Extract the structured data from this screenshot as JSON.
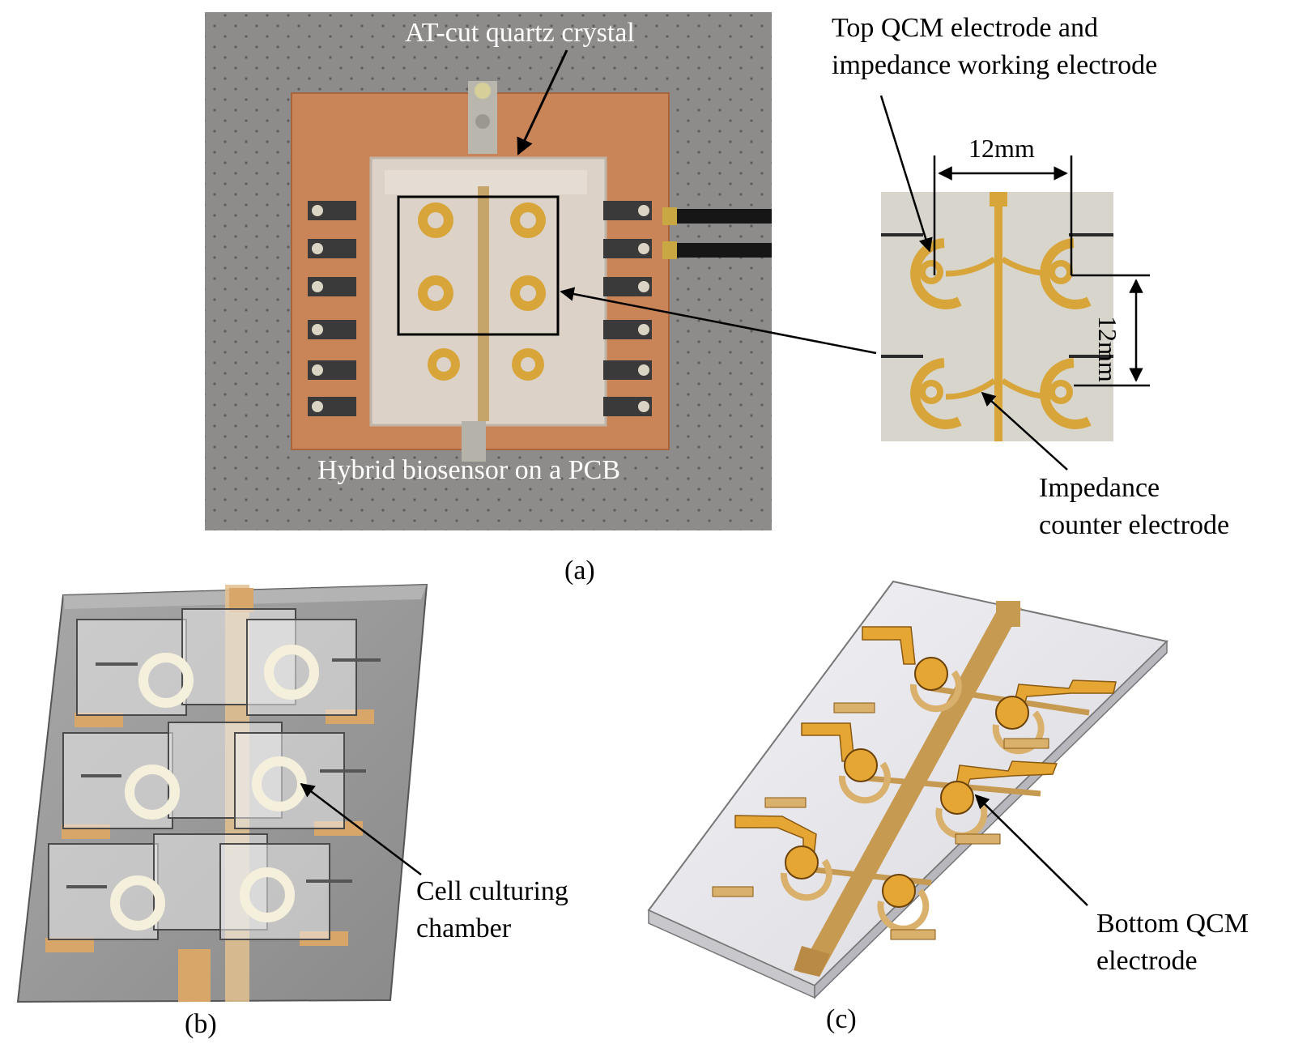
{
  "labels": {
    "quartz": "AT-cut quartz crystal",
    "pcb": "Hybrid biosensor on a PCB",
    "top_electrode_line1": "Top QCM electrode and",
    "top_electrode_line2": "impedance working electrode",
    "dim_horizontal": "12mm",
    "dim_vertical": "12mm",
    "counter_line1": "Impedance",
    "counter_line2": "counter electrode",
    "chamber_line1": "Cell culturing",
    "chamber_line2": "chamber",
    "bottom_line1": "Bottom  QCM",
    "bottom_line2": "electrode"
  },
  "captions": {
    "a": "(a)",
    "b": "(b)",
    "c": "(c)"
  },
  "colors": {
    "gold": "#d7a53a",
    "copper": "#c98457",
    "acrylic": "#d9cfc6",
    "background_photo": "#8d8b89",
    "chip": "#d8d5cc",
    "board_b": "#9a9a9a",
    "board_c": "#e8e8ec",
    "white": "#ffffff",
    "black": "#000000"
  }
}
